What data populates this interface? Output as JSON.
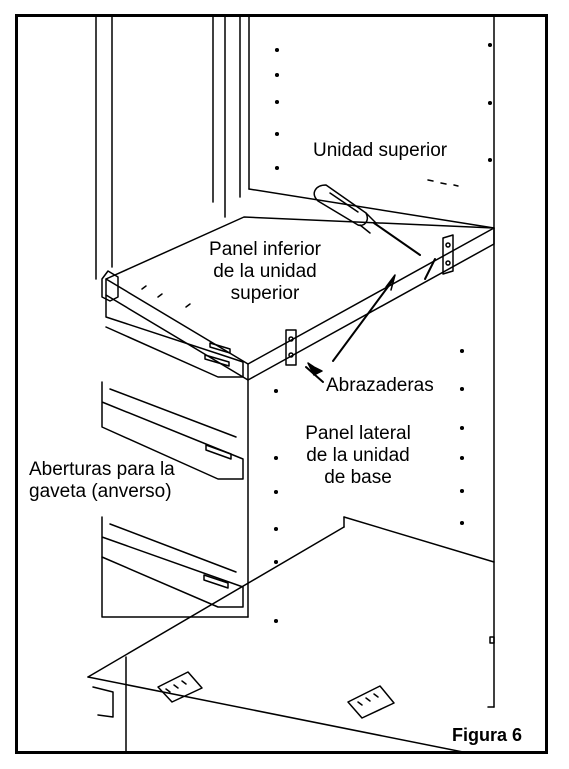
{
  "labels": {
    "upper_unit": "Unidad superior",
    "bottom_panel_line1": "Panel inferior",
    "bottom_panel_line2": "de la unidad",
    "bottom_panel_line3": "superior",
    "brackets": "Abrazaderas",
    "side_panel_line1": "Panel lateral",
    "side_panel_line2": "de la unidad",
    "side_panel_line3": "de base",
    "drawer_openings_line1": "Aberturas para la",
    "drawer_openings_line2": "gaveta (anverso)"
  },
  "figure_label": "Figura 6",
  "colors": {
    "ink": "#000000",
    "paper": "#ffffff"
  },
  "icons": [
    "screwdriver-icon",
    "bracket-icon",
    "arrow-icon"
  ]
}
